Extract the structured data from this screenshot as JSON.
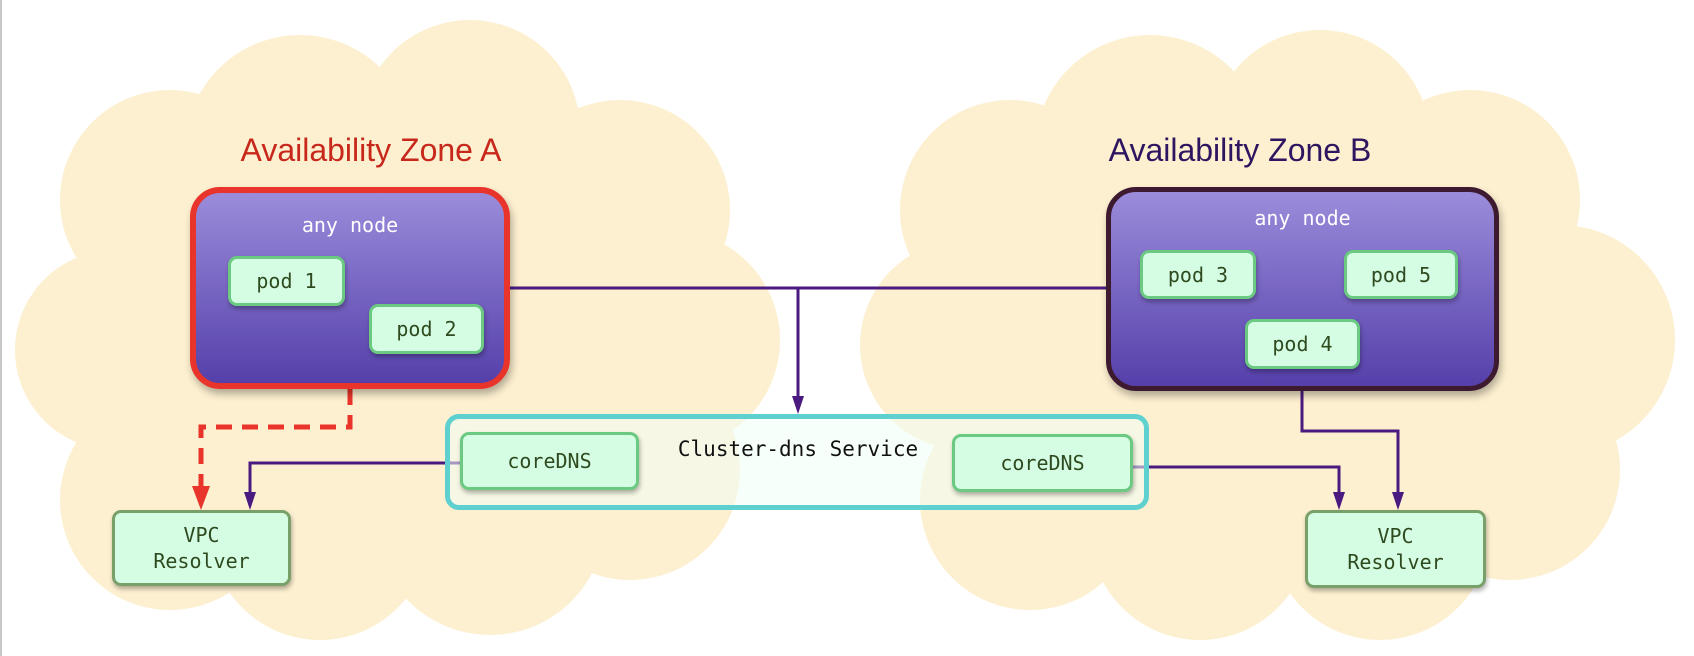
{
  "zones": [
    {
      "title": "Availability Zone A",
      "color": "#c8281c",
      "node_label": "any node",
      "node_border": "#e8342a",
      "pods": [
        "pod 1",
        "pod 2"
      ]
    },
    {
      "title": "Availability Zone B",
      "color": "#2e1560",
      "node_label": "any node",
      "node_border": "#3d1a30",
      "pods": [
        "pod 3",
        "pod 5",
        "pod 4"
      ]
    }
  ],
  "cluster_service": {
    "label": "Cluster-dns Service",
    "coredns": [
      "coreDNS",
      "coreDNS"
    ]
  },
  "resolvers": [
    {
      "line1": "VPC",
      "line2": "Resolver"
    },
    {
      "line1": "VPC",
      "line2": "Resolver"
    }
  ],
  "colors": {
    "cloud": "#fdf0d0",
    "connector": "#4b1a80",
    "failed_path": "#e8342a",
    "cluster_border": "#5fd0d0",
    "pod_fill": "#d4fde4",
    "pod_border": "#6bc981"
  }
}
